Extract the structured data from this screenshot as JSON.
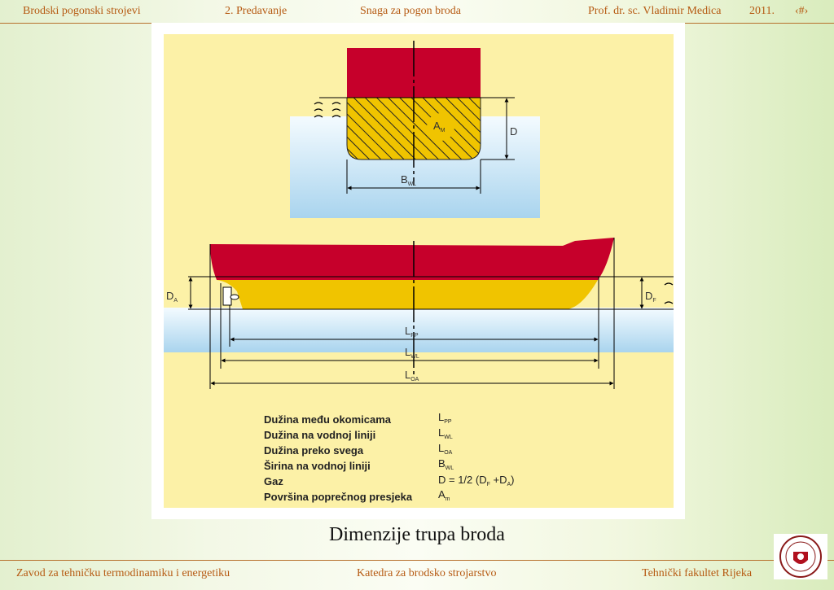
{
  "header": {
    "course": "Brodski pogonski strojevi",
    "lecture": "2. Predavanje",
    "topic": "Snaga za pogon broda",
    "author": "Prof. dr. sc. Vladimir Medica",
    "year": "2011.",
    "page_marker": "‹#›"
  },
  "diagram": {
    "label_am_main": "A",
    "label_am_sub": "M",
    "label_d": "D",
    "label_bwl_main": "B",
    "label_bwl_sub": "WL",
    "label_da_main": "D",
    "label_da_sub": "A",
    "label_df_main": "D",
    "label_df_sub": "F",
    "label_lpp_main": "L",
    "label_lpp_sub": "PP",
    "label_lwl_main": "L",
    "label_lwl_sub": "WL",
    "label_loa_main": "L",
    "label_loa_sub": "OA"
  },
  "legend": [
    {
      "desc": "Dužina među okomicama",
      "sym_main": "L",
      "sym_sub": "PP"
    },
    {
      "desc": "Dužina na vodnoj liniji",
      "sym_main": "L",
      "sym_sub": "WL"
    },
    {
      "desc": "Dužina preko svega",
      "sym_main": "L",
      "sym_sub": "OA"
    },
    {
      "desc": "Širina na vodnoj liniji",
      "sym_main": "B",
      "sym_sub": "WL"
    },
    {
      "desc": "Gaz",
      "formula_a": "D = 1/2 (D",
      "formula_sub1": "F",
      "formula_b": " +D",
      "formula_sub2": "A",
      "formula_c": ")"
    },
    {
      "desc": "Površina poprečnog presjeka",
      "sym_main": "A",
      "sym_sub": "m"
    }
  ],
  "caption": "Dimenzije trupa broda",
  "footer": {
    "left": "Zavod za tehničku termodinamiku i energetiku",
    "center": "Katedra za brodsko strojarstvo",
    "right": "Tehnički fakultet Rijeka"
  },
  "colors": {
    "hull_red": "#c6002b",
    "hull_yellow": "#f0c400",
    "panel_yellow": "#fcf1a7",
    "water_blue": "#bfe0f2",
    "header_text": "#b65a12"
  }
}
